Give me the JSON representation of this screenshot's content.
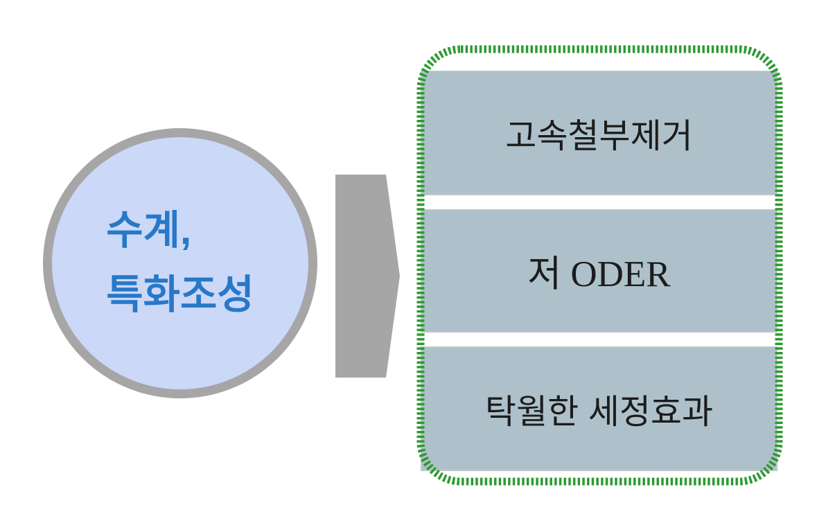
{
  "diagram": {
    "source": {
      "label_lines": [
        "수계,",
        "특화조성"
      ],
      "text_color": "#2878c8",
      "fill_color": "#ccd8f7",
      "border_color": "#a6a6a6"
    },
    "arrow": {
      "direction": "right",
      "color": "#a6a6a6"
    },
    "results": {
      "border_color": "#2e9a30",
      "box_fill_color": "#aec1cb",
      "text_color": "#1c1c1c",
      "items": [
        {
          "label": "고속철부제거"
        },
        {
          "label": "저 ODER"
        },
        {
          "label": "탁월한 세정효과"
        }
      ]
    }
  }
}
